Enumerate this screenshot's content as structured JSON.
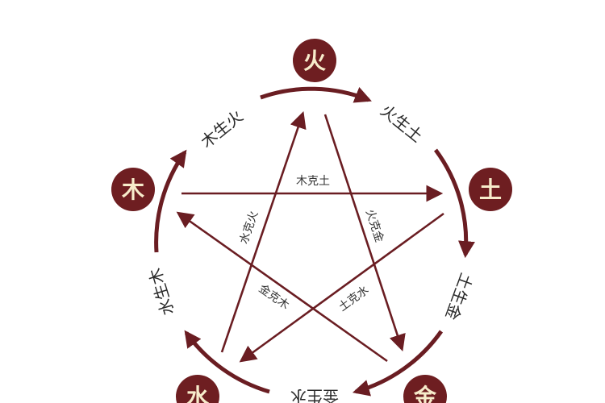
{
  "colors": {
    "accent": "#6e1e21",
    "node_text": "#f7eccb",
    "background": "#ffffff"
  },
  "elements": {
    "fire": "火",
    "earth": "土",
    "metal": "金",
    "water": "水",
    "wood": "木"
  },
  "generating": {
    "wood_fire": "木生火",
    "fire_earth": "火生土",
    "earth_metal": "土生金",
    "metal_water": "金生水",
    "water_wood": "水生木"
  },
  "overcoming": {
    "wood_earth": "木克土",
    "fire_metal": "火克金",
    "earth_water": "土克水",
    "metal_wood": "金克木",
    "water_fire": "水克火"
  }
}
